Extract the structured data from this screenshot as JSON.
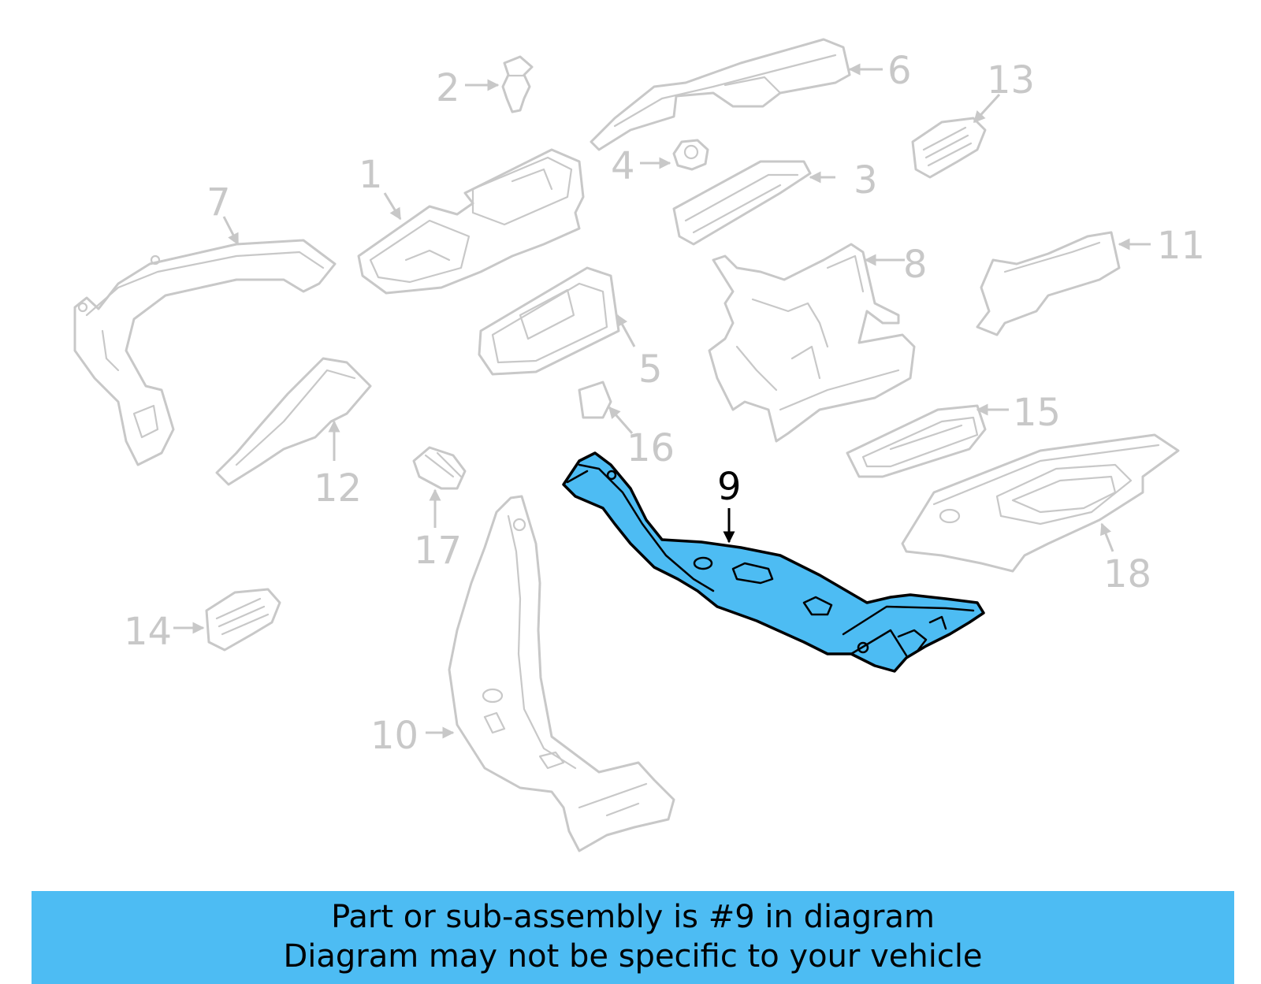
{
  "callouts": {
    "c1": "1",
    "c2": "2",
    "c3": "3",
    "c4": "4",
    "c5": "5",
    "c6": "6",
    "c7": "7",
    "c8": "8",
    "c9": "9",
    "c10": "10",
    "c11": "11",
    "c12": "12",
    "c13": "13",
    "c14": "14",
    "c15": "15",
    "c16": "16",
    "c17": "17",
    "c18": "18"
  },
  "highlighted_part": "9",
  "colors": {
    "highlight_fill": "#4dbcf3",
    "outline_gray": "#c8c8c8",
    "banner_bg": "#4dbcf3"
  },
  "banner": {
    "line1": "Part or sub-assembly is #9 in diagram",
    "line2": "Diagram may not be specific to your vehicle"
  }
}
